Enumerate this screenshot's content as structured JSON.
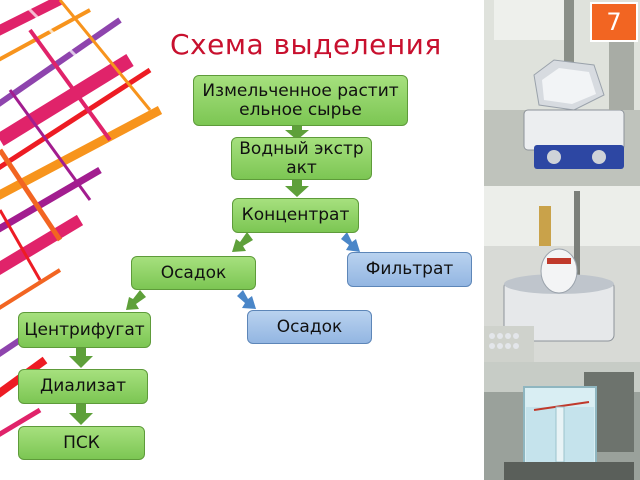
{
  "title": "Схема выделения",
  "slide_number": "7",
  "colors": {
    "title": "#c8102e",
    "badge": "#f26522",
    "node_green": "#8ed264",
    "node_blue": "#a8c6ea",
    "arrow_green": "#5ea03a",
    "arrow_blue": "#4a86c8"
  },
  "nodes": {
    "raw": "Измельченное растительное сырье",
    "extract": "Водный экстракт",
    "concentrate": "Концентрат",
    "filtrate": "Фильтрат",
    "sediment1": "Осадок",
    "sediment2": "Осадок",
    "centrifugate": "Центрифугат",
    "dialysate": "Диализат",
    "psk": "ПСК"
  },
  "photos": [
    "lab-photo-hotplate-foil",
    "lab-photo-water-bath",
    "lab-photo-dialysis-beaker"
  ]
}
